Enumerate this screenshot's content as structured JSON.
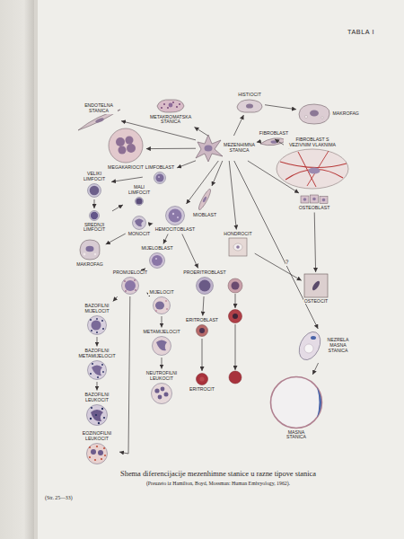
{
  "diagram": {
    "title": "TABLA I",
    "caption": "Shema diferencijacije mezenhimne stanice u razne tipove stanica",
    "nodes": [
      {
        "text": [
          "ENDOTELNA STANICA"
        ]
      },
      {
        "text": [
          "METAKROMATSKA STANICA"
        ]
      },
      {
        "text": [
          "HISTIOCIT"
        ]
      },
      {
        "text": [
          "MAKROFAG"
        ]
      },
      {
        "text": [
          "MEGAKARIOCIT"
        ]
      },
      {
        "text": [
          "MEZENHIMNA STANICA"
        ]
      },
      {
        "text": [
          "FIBROBLAST"
        ]
      },
      {
        "text": [
          "FIBROBLAST S VEZIVNIM VLAKNIMA"
        ]
      },
      {
        "text": [
          "VELIKI LIMFOCIT"
        ]
      },
      {
        "text": [
          "LIMFOBLAST"
        ]
      },
      {
        "text": [
          "MALI LIMFOCIT"
        ]
      },
      {
        "text": [
          "SREDNJI LIMFOCIT"
        ]
      },
      {
        "text": [
          "MIOBLAST"
        ]
      },
      {
        "text": [
          "OSTEOBLAST"
        ]
      },
      {
        "text": [
          "HEMOCITOBLAST"
        ]
      },
      {
        "text": [
          "MONOCIT"
        ]
      },
      {
        "text": [
          "HONDROCIT"
        ]
      },
      {
        "text": [
          "MAKROFAG"
        ]
      },
      {
        "text": [
          "MIJELOBLAST"
        ]
      },
      {
        "text": [
          "PROMIJELOCIT"
        ]
      },
      {
        "text": [
          "PROERITROBLAST"
        ]
      },
      {
        "text": [
          "MIJELOCIT"
        ]
      },
      {
        "text": [
          "BAZOFILNI MIJELOCIT"
        ]
      },
      {
        "text": [
          "OSTEOCIT"
        ]
      },
      {
        "text": [
          "ERITROBLAST"
        ]
      },
      {
        "text": [
          "METAMIJELOCIT"
        ]
      },
      {
        "text": [
          "NEZRELA MASNA STANICA"
        ]
      },
      {
        "text": [
          "BAZOFILNI METAMIJELOCIT"
        ]
      },
      {
        "text": [
          "NEUTROFILNI LEUKOCIT"
        ]
      },
      {
        "text": [
          "ERITROCIT"
        ]
      },
      {
        "text": [
          "BAZOFILNI LEUKOCIT"
        ]
      },
      {
        "text": [
          "MASNA STANICA"
        ]
      },
      {
        "text": [
          "EOZINOFILNI LEUKOCIT"
        ]
      }
    ],
    "edges": [
      {
        "from": 5,
        "to": 0,
        "arrow": "to"
      },
      {
        "from": 5,
        "to": 1,
        "arrow": "to"
      },
      {
        "from": 5,
        "to": 2,
        "arrow": "to"
      },
      {
        "from": 2,
        "to": 3,
        "arrow": "to"
      },
      {
        "from": 5,
        "to": 6,
        "arrow": "to"
      },
      {
        "from": 6,
        "to": 7,
        "arrow": "to"
      },
      {
        "from": 5,
        "to": 4,
        "arrow": "to"
      },
      {
        "from": 5,
        "to": 9,
        "arrow": "to"
      },
      {
        "from": 9,
        "to": 8,
        "arrow": "to"
      },
      {
        "from": 8,
        "to": 11,
        "arrow": "to"
      },
      {
        "from": 11,
        "to": 10,
        "arrow": "to"
      },
      {
        "from": 5,
        "to": 12,
        "arrow": "to"
      },
      {
        "from": 5,
        "to": 13,
        "arrow": "to"
      },
      {
        "from": 13,
        "to": 23,
        "arrow": "to"
      },
      {
        "from": 5,
        "to": 16,
        "arrow": "to"
      },
      {
        "from": 16,
        "to": 23,
        "label": "?",
        "arrow": "to"
      },
      {
        "from": 5,
        "to": 14,
        "arrow": "to"
      },
      {
        "from": 14,
        "to": 15,
        "arrow": "to"
      },
      {
        "from": 15,
        "to": 17,
        "arrow": "to"
      },
      {
        "from": 14,
        "to": 18,
        "arrow": "to"
      },
      {
        "from": 18,
        "to": 19,
        "arrow": "to"
      },
      {
        "from": 19,
        "to": 22,
        "arrow": "to"
      },
      {
        "from": 19,
        "to": 21,
        "arrow": "to"
      },
      {
        "from": 22,
        "to": 27,
        "arrow": "to"
      },
      {
        "from": 27,
        "to": 30,
        "arrow": "to"
      },
      {
        "from": 21,
        "to": 25,
        "arrow": "to"
      },
      {
        "from": 25,
        "to": 28,
        "arrow": "to"
      },
      {
        "from": 19,
        "to": 32,
        "arrow": "to"
      },
      {
        "from": 14,
        "to": 20,
        "arrow": "to"
      },
      {
        "from": 20,
        "to": 24,
        "arrow": "to"
      },
      {
        "from": 24,
        "to": 29,
        "arrow": "to"
      },
      {
        "from": 5,
        "to": 26,
        "arrow": "to"
      },
      {
        "from": 26,
        "to": 31,
        "arrow": "to"
      }
    ],
    "labels": [
      "(Preuzeto iz Hamilton, Boyd, Mossman: Human Embryology, 1962).",
      "(Str. 25—33)"
    ]
  }
}
